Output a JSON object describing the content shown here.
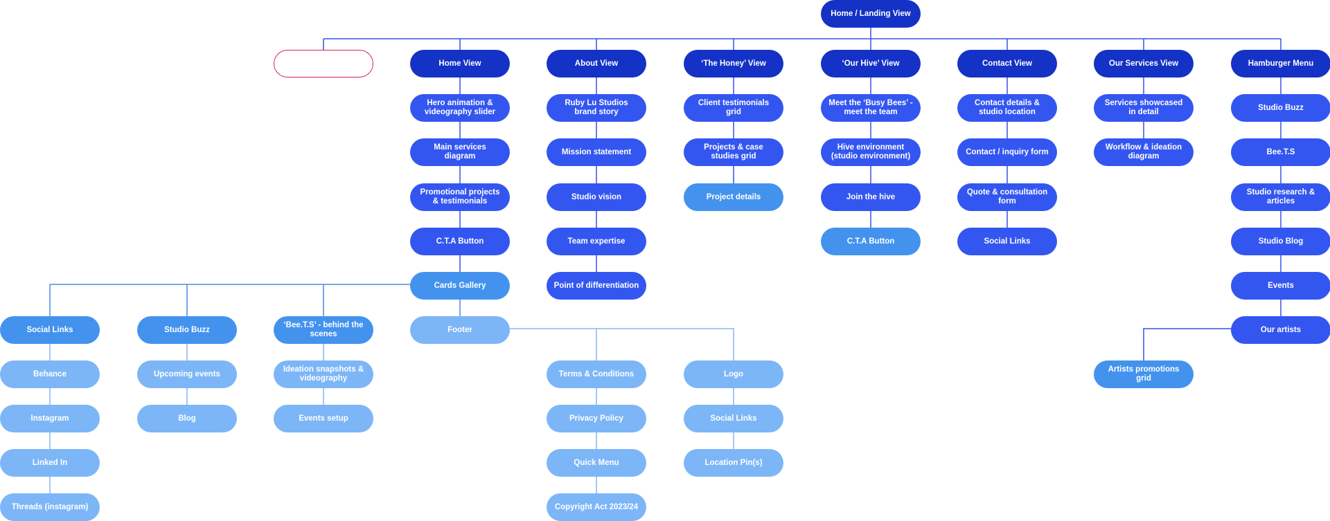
{
  "colors": {
    "level1": "#1432C5",
    "level2": "#3456F0",
    "level3": "#4393EE",
    "level4": "#7DB6F7",
    "outline_border": "#D6245A",
    "line_dark": "#3450E8",
    "line_mid": "#4A86EA",
    "line_light": "#86B6F2"
  },
  "nodes": [
    {
      "id": "root",
      "label": "Home / Landing View",
      "tone": "t1"
    },
    {
      "id": "empty",
      "label": "",
      "tone": "outline"
    },
    {
      "id": "home",
      "label": "Home View",
      "tone": "t1"
    },
    {
      "id": "about",
      "label": "About View",
      "tone": "t1"
    },
    {
      "id": "honey",
      "label": "‘The Honey’ View",
      "tone": "t1"
    },
    {
      "id": "hive",
      "label": "‘Our Hive’ View",
      "tone": "t1"
    },
    {
      "id": "contact",
      "label": "Contact View",
      "tone": "t1"
    },
    {
      "id": "services",
      "label": "Our Services View",
      "tone": "t1"
    },
    {
      "id": "hamburger",
      "label": "Hamburger Menu",
      "tone": "t1"
    },
    {
      "id": "home1",
      "label": "Hero animation &\nvideography slider",
      "tone": "t2"
    },
    {
      "id": "home2",
      "label": "Main services\ndiagram",
      "tone": "t2"
    },
    {
      "id": "home3",
      "label": "Promotional projects\n& testimonials",
      "tone": "t2"
    },
    {
      "id": "home4",
      "label": "C.T.A Button",
      "tone": "t2"
    },
    {
      "id": "home5",
      "label": "Cards Gallery",
      "tone": "t3"
    },
    {
      "id": "home6",
      "label": "Footer",
      "tone": "t4"
    },
    {
      "id": "about1",
      "label": "Ruby Lu Studios\nbrand story",
      "tone": "t2"
    },
    {
      "id": "about2",
      "label": "Mission statement",
      "tone": "t2"
    },
    {
      "id": "about3",
      "label": "Studio vision",
      "tone": "t2"
    },
    {
      "id": "about4",
      "label": "Team expertise",
      "tone": "t2"
    },
    {
      "id": "about5",
      "label": "Point of differentiation",
      "tone": "t2"
    },
    {
      "id": "honey1",
      "label": "Client testimonials\ngrid",
      "tone": "t2"
    },
    {
      "id": "honey2",
      "label": "Projects & case\nstudies grid",
      "tone": "t2"
    },
    {
      "id": "honey3",
      "label": "Project details",
      "tone": "t3"
    },
    {
      "id": "hive1",
      "label": "Meet the ‘Busy Bees’ -\nmeet the team",
      "tone": "t2"
    },
    {
      "id": "hive2",
      "label": "Hive environment\n(studio environment)",
      "tone": "t2"
    },
    {
      "id": "hive3",
      "label": "Join the hive",
      "tone": "t2"
    },
    {
      "id": "hive4",
      "label": "C.T.A Button",
      "tone": "t3"
    },
    {
      "id": "contact1",
      "label": "Contact details &\nstudio location",
      "tone": "t2"
    },
    {
      "id": "contact2",
      "label": "Contact / inquiry form",
      "tone": "t2"
    },
    {
      "id": "contact3",
      "label": "Quote & consultation\nform",
      "tone": "t2"
    },
    {
      "id": "contact4",
      "label": "Social Links",
      "tone": "t2"
    },
    {
      "id": "services1",
      "label": "Services showcased\nin detail",
      "tone": "t2"
    },
    {
      "id": "services2",
      "label": "Workflow & ideation\ndiagram",
      "tone": "t2"
    },
    {
      "id": "ham1",
      "label": "Studio Buzz",
      "tone": "t2"
    },
    {
      "id": "ham2",
      "label": "Bee.T.S",
      "tone": "t2"
    },
    {
      "id": "ham3",
      "label": "Studio research &\narticles",
      "tone": "t2"
    },
    {
      "id": "ham4",
      "label": "Studio Blog",
      "tone": "t2"
    },
    {
      "id": "ham5",
      "label": "Events",
      "tone": "t2"
    },
    {
      "id": "ham6",
      "label": "Our artists",
      "tone": "t2"
    },
    {
      "id": "artists",
      "label": "Artists promotions\ngrid",
      "tone": "t3"
    },
    {
      "id": "social",
      "label": "Social Links",
      "tone": "t3"
    },
    {
      "id": "behance",
      "label": "Behance",
      "tone": "t4"
    },
    {
      "id": "instagram",
      "label": "Instagram",
      "tone": "t4"
    },
    {
      "id": "linkedin",
      "label": "Linked In",
      "tone": "t4"
    },
    {
      "id": "threads",
      "label": "Threads (instagram)",
      "tone": "t4"
    },
    {
      "id": "buzz",
      "label": "Studio Buzz",
      "tone": "t3"
    },
    {
      "id": "upcoming",
      "label": "Upcoming events",
      "tone": "t4"
    },
    {
      "id": "blog",
      "label": "Blog",
      "tone": "t4"
    },
    {
      "id": "beets",
      "label": "‘Bee.T.S’ - behind the\nscenes",
      "tone": "t3"
    },
    {
      "id": "ideation",
      "label": "Ideation snapshots &\nvideography",
      "tone": "t4"
    },
    {
      "id": "eventsetup",
      "label": "Events setup",
      "tone": "t4"
    },
    {
      "id": "terms",
      "label": "Terms & Conditions",
      "tone": "t4"
    },
    {
      "id": "privacy",
      "label": "Privacy Policy",
      "tone": "t4"
    },
    {
      "id": "quickmenu",
      "label": "Quick Menu",
      "tone": "t4"
    },
    {
      "id": "copyright",
      "label": "Copyright Act 2023/24",
      "tone": "t4"
    },
    {
      "id": "logo",
      "label": "Logo",
      "tone": "t4"
    },
    {
      "id": "fsocial",
      "label": "Social Links",
      "tone": "t4"
    },
    {
      "id": "location",
      "label": "Location Pin(s)",
      "tone": "t4"
    }
  ]
}
